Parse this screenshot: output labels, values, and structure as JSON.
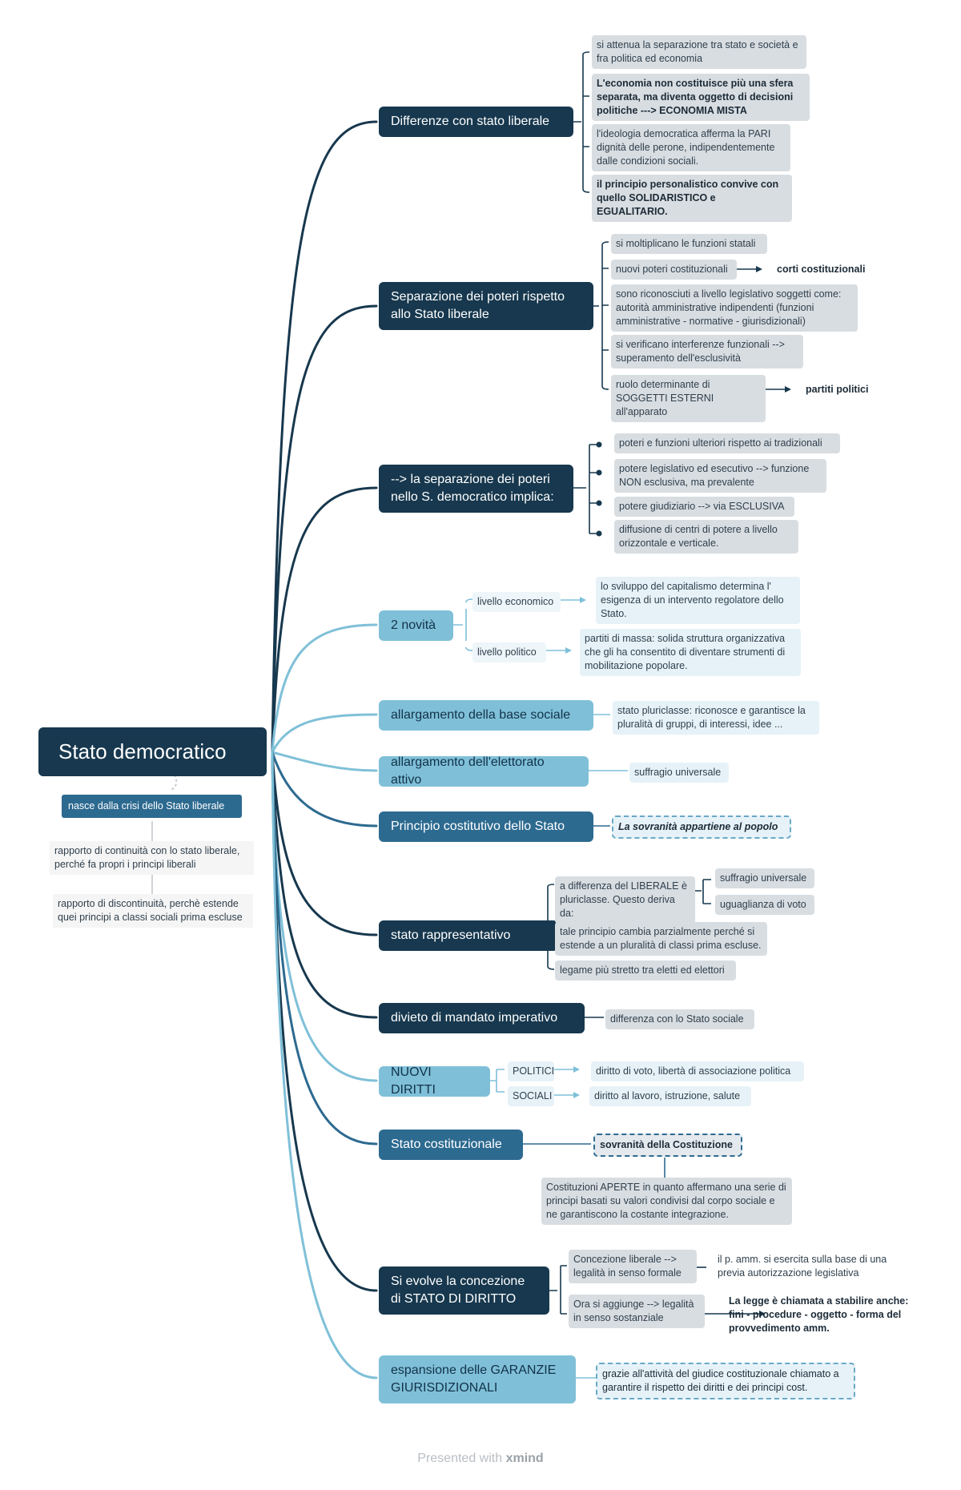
{
  "root": {
    "title": "Stato democratico"
  },
  "origin": {
    "label": "nasce dalla crisi dello Stato liberale",
    "notes": [
      "rapporto di continuità con lo stato liberale, perché fa propri i principi liberali",
      "rapporto di discontinuità, perchè estende quei principi a classi sociali prima escluse"
    ]
  },
  "branches": {
    "b1": {
      "label": "Differenze con stato liberale",
      "items": [
        "si attenua la separazione tra stato e società e fra politica ed economia",
        "L'economia non costituisce più una sfera separata, ma diventa oggetto di decisioni politiche ---> ECONOMIA MISTA",
        "l'ideologia democratica afferma la PARI dignità delle perone, indipendentemente dalle condizioni sociali.",
        "il principio personalistico convive con quello SOLIDARISTICO e EGUALITARIO."
      ]
    },
    "b2": {
      "label": "Separazione dei poteri rispetto allo Stato liberale",
      "items": [
        "si moltiplicano le funzioni statali",
        "nuovi poteri costituzionali",
        "sono riconosciuti a livello legislativo soggetti come: autorità amministrative indipendenti (funzioni amministrative - normative - giurisdizionali)",
        "si verificano interferenze funzionali --> superamento dell'esclusività",
        "ruolo determinante di SOGGETTI ESTERNI all'apparato"
      ],
      "targets": [
        "corti costituzionali",
        "partiti politici"
      ]
    },
    "b3": {
      "label": "--> la separazione dei poteri nello S. democratico implica:",
      "items": [
        "poteri e funzioni ulteriori rispetto ai tradizionali",
        "potere legislativo ed esecutivo --> funzione NON esclusiva, ma prevalente",
        "potere giudiziario --> via ESCLUSIVA",
        "diffusione di centri di potere a livello orizzontale e verticale."
      ]
    },
    "b4": {
      "label": "2 novità",
      "subs": [
        "livello economico",
        "livello politico"
      ],
      "items": [
        "lo sviluppo del capitalismo determina l' esigenza di un intervento regolatore dello Stato.",
        "partiti di massa: solida struttura organizzativa che gli ha consentito di diventare strumenti di mobilitazione popolare."
      ]
    },
    "b5": {
      "label": "allargamento della base sociale",
      "item": "stato pluriclasse: riconosce e garantisce la pluralità di gruppi, di interessi, idee ..."
    },
    "b6": {
      "label": "allargamento dell'elettorato attivo",
      "item": "suffragio universale"
    },
    "b7": {
      "label": "Principio costitutivo dello Stato",
      "item": "La sovranità appartiene al popolo"
    },
    "b8": {
      "label": "stato rappresentativo",
      "items": [
        "a differenza del LIBERALE è pluriclasse. Questo deriva da:",
        "tale principio cambia parzialmente perché si estende a un pluralità di classi prima escluse.",
        "legame più stretto tra eletti ed elettori"
      ],
      "subs": [
        "suffragio universale",
        "uguaglianza di voto"
      ]
    },
    "b9": {
      "label": "divieto di mandato imperativo",
      "item": "differenza con lo Stato sociale"
    },
    "b10": {
      "label": "NUOVI DIRITTI",
      "subs": [
        "POLITICI",
        "SOCIALI"
      ],
      "items": [
        "diritto di voto, libertà di associazione politica",
        "diritto al lavoro, istruzione, salute"
      ]
    },
    "b11": {
      "label": "Stato costituzionale",
      "item": "sovranità della Costituzione",
      "detail": "Costituzioni APERTE in quanto affermano una serie di principi basati su valori condivisi dal corpo sociale e ne garantiscono la costante integrazione."
    },
    "b12": {
      "label": "Si evolve la concezione di STATO DI DIRITTO",
      "items": [
        "Concezione liberale --> legalità in senso formale",
        "Ora si aggiunge --> legalità in senso sostanziale"
      ],
      "targets": [
        "il p. amm. si esercita sulla base di una previa autorizzazione legislativa",
        "La legge è chiamata a stabilire anche: fini - procedure - oggetto - forma del provvedimento amm."
      ]
    },
    "b13": {
      "label": "espansione delle GARANZIE GIURISDIZIONALI",
      "item": "grazie all'attività del giudice costituzionale chiamato a garantire il rispetto dei diritti e dei principi cost."
    }
  },
  "footer": {
    "prefix": "Presented with",
    "brand": "xmind"
  },
  "colors": {
    "dark": "#17384e",
    "mid": "#2d6a90",
    "light": "#7fc0d8",
    "leaf": "#d8dde1"
  }
}
